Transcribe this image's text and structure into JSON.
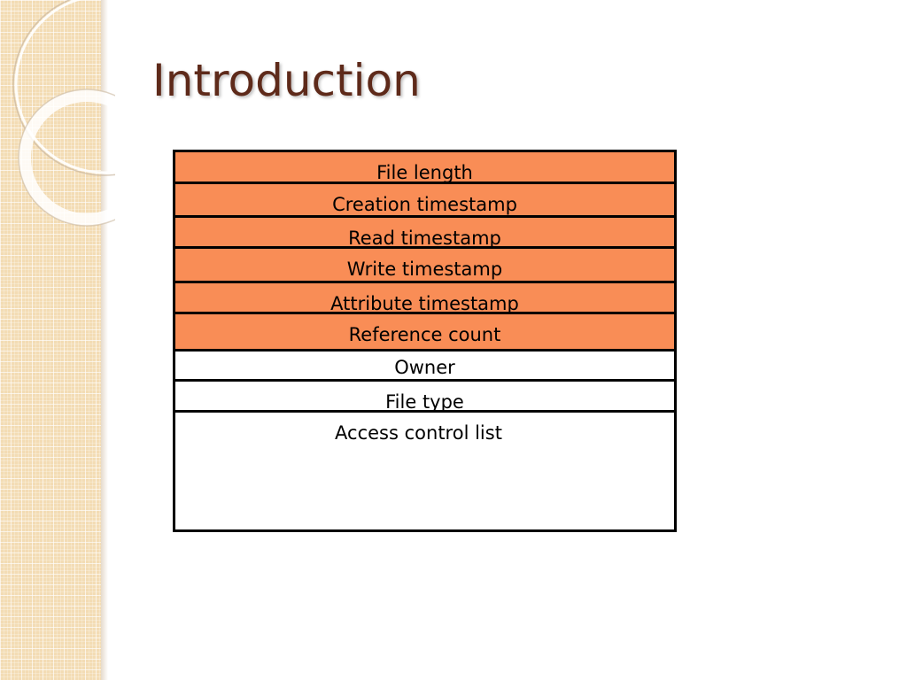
{
  "slide": {
    "title": "Introduction"
  },
  "colors": {
    "accent_orange": "#f98d56",
    "title_brown": "#5e2a1a",
    "strip_tan": "#f3dcb4",
    "border": "#000000"
  },
  "diagram": {
    "rows": [
      {
        "label": "File length",
        "fill": "orange"
      },
      {
        "label": "Creation timestamp",
        "fill": "orange"
      },
      {
        "label": "Read timestamp",
        "fill": "orange"
      },
      {
        "label": "Write timestamp",
        "fill": "orange"
      },
      {
        "label": "Attribute timestamp",
        "fill": "orange"
      },
      {
        "label": "Reference count",
        "fill": "orange"
      },
      {
        "label": "Owner",
        "fill": "white"
      },
      {
        "label": "File type",
        "fill": "white"
      },
      {
        "label": "Access control list",
        "fill": "white"
      }
    ]
  }
}
